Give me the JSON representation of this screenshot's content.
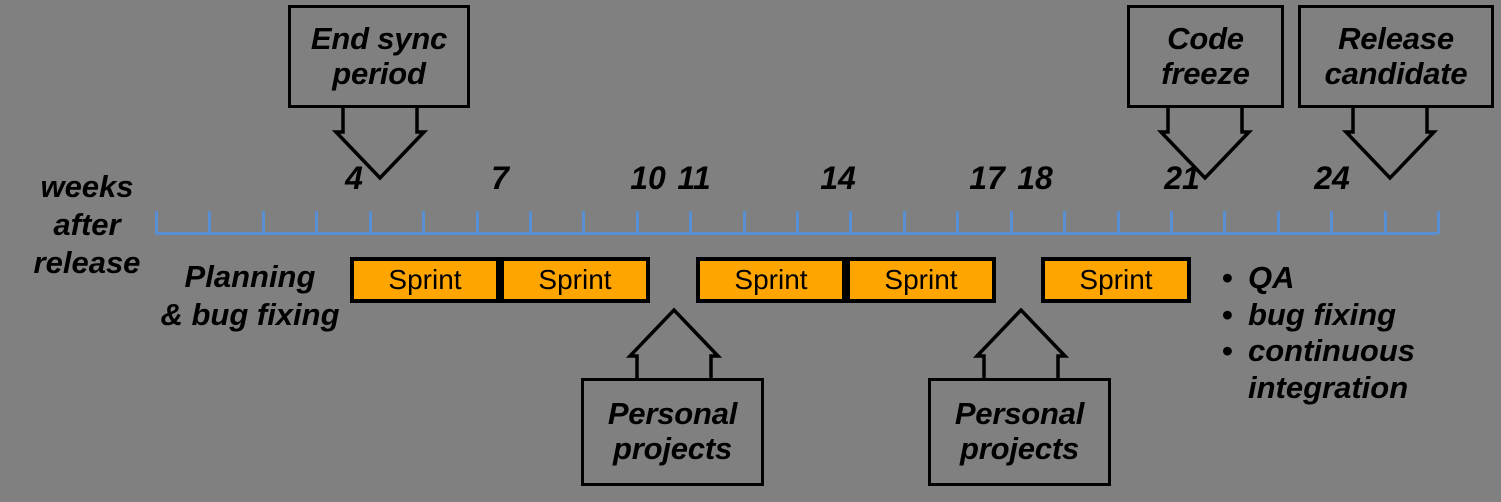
{
  "diagram": {
    "background_color": "#808080",
    "accent_color": "#FFA500",
    "axis_color": "#5B8FD4",
    "text_color": "#000000"
  },
  "axis": {
    "label_lines": [
      "weeks",
      "after",
      "release"
    ],
    "tick_count": 25,
    "week_labels": [
      {
        "text": "4",
        "week": 4
      },
      {
        "text": "7",
        "week": 7
      },
      {
        "text": "10",
        "week": 10
      },
      {
        "text": "11",
        "week": 11
      },
      {
        "text": "14",
        "week": 14
      },
      {
        "text": "17",
        "week": 17
      },
      {
        "text": "18",
        "week": 18
      },
      {
        "text": "21",
        "week": 21
      },
      {
        "text": "24",
        "week": 24
      }
    ]
  },
  "callouts": {
    "end_sync_period": {
      "line1": "End sync",
      "line2": "period",
      "points_to_week": "4"
    },
    "code_freeze": {
      "line1": "Code",
      "line2": "freeze",
      "points_to_week": "21"
    },
    "release_candidate": {
      "line1": "Release",
      "line2": "candidate",
      "points_to_week": "24"
    },
    "personal_projects_1": {
      "line1": "Personal",
      "line2": "projects"
    },
    "personal_projects_2": {
      "line1": "Personal",
      "line2": "projects"
    }
  },
  "phase_label": {
    "line1": "Planning",
    "line2": "& bug fixing"
  },
  "sprints": [
    {
      "label": "Sprint",
      "index": 1
    },
    {
      "label": "Sprint",
      "index": 2
    },
    {
      "label": "Sprint",
      "index": 3
    },
    {
      "label": "Sprint",
      "index": 4
    },
    {
      "label": "Sprint",
      "index": 5
    }
  ],
  "activities": {
    "items": [
      {
        "bullet": "•",
        "text": "QA"
      },
      {
        "bullet": "•",
        "text": "bug fixing"
      },
      {
        "bullet": "•",
        "text": "continuous\nintegration"
      }
    ]
  }
}
